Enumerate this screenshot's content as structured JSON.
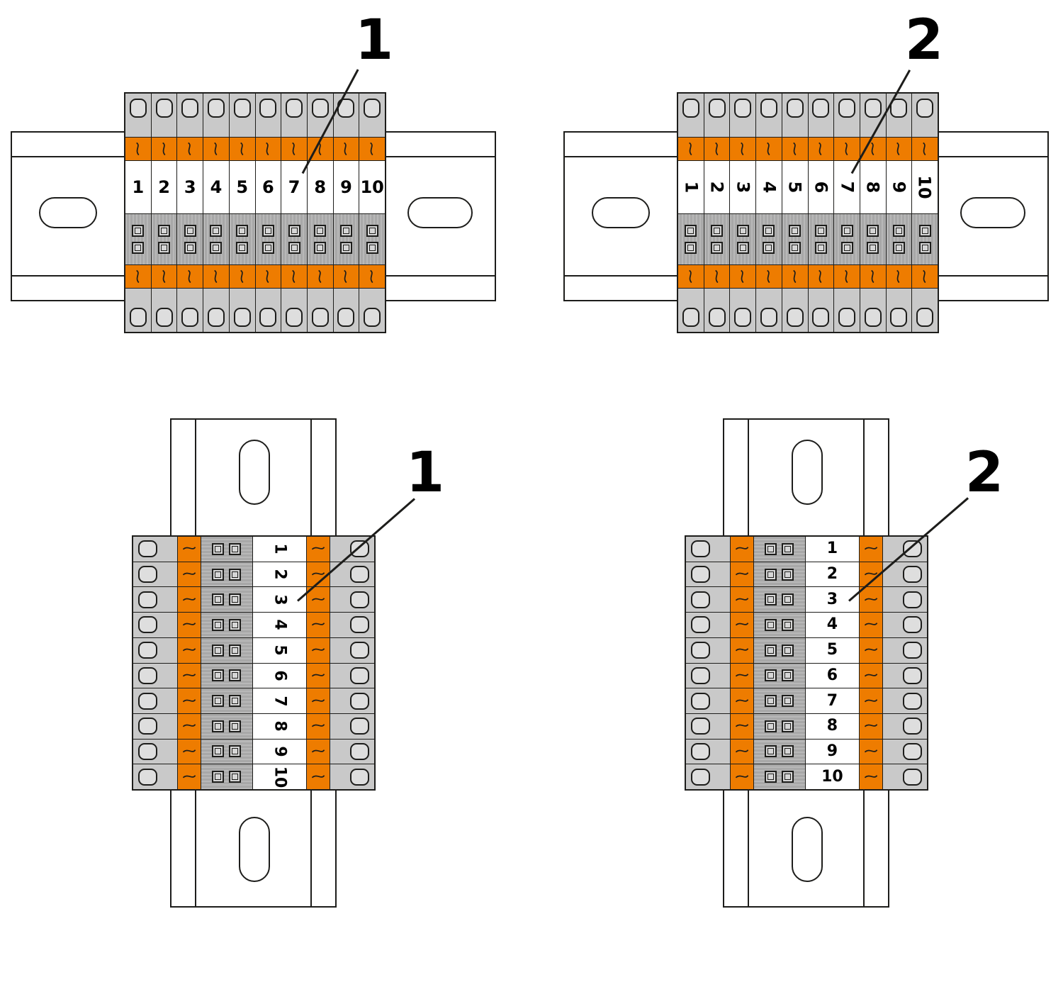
{
  "figure": {
    "panels": [
      {
        "name": "horizontal-rail-upright-labels",
        "callout": "1",
        "rail": "horizontal",
        "label_rotation": "none",
        "terminals": [
          "1",
          "2",
          "3",
          "4",
          "5",
          "6",
          "7",
          "8",
          "9",
          "10"
        ]
      },
      {
        "name": "horizontal-rail-rotated-labels",
        "callout": "2",
        "rail": "horizontal",
        "label_rotation": "rotated",
        "terminals": [
          "1",
          "2",
          "3",
          "4",
          "5",
          "6",
          "7",
          "8",
          "9",
          "10"
        ]
      },
      {
        "name": "vertical-rail-rotated-labels",
        "callout": "1",
        "rail": "vertical",
        "label_rotation": "rotated",
        "terminals": [
          "1",
          "2",
          "3",
          "4",
          "5",
          "6",
          "7",
          "8",
          "9",
          "10"
        ]
      },
      {
        "name": "vertical-rail-upright-labels",
        "callout": "2",
        "rail": "vertical",
        "label_rotation": "none",
        "terminals": [
          "1",
          "2",
          "3",
          "4",
          "5",
          "6",
          "7",
          "8",
          "9",
          "10"
        ]
      }
    ],
    "colors": {
      "accent_orange": "#ee7c00",
      "outline": "#1d1d1b",
      "body_gray": "#cdcdcd",
      "label_white": "#ffffff"
    }
  }
}
